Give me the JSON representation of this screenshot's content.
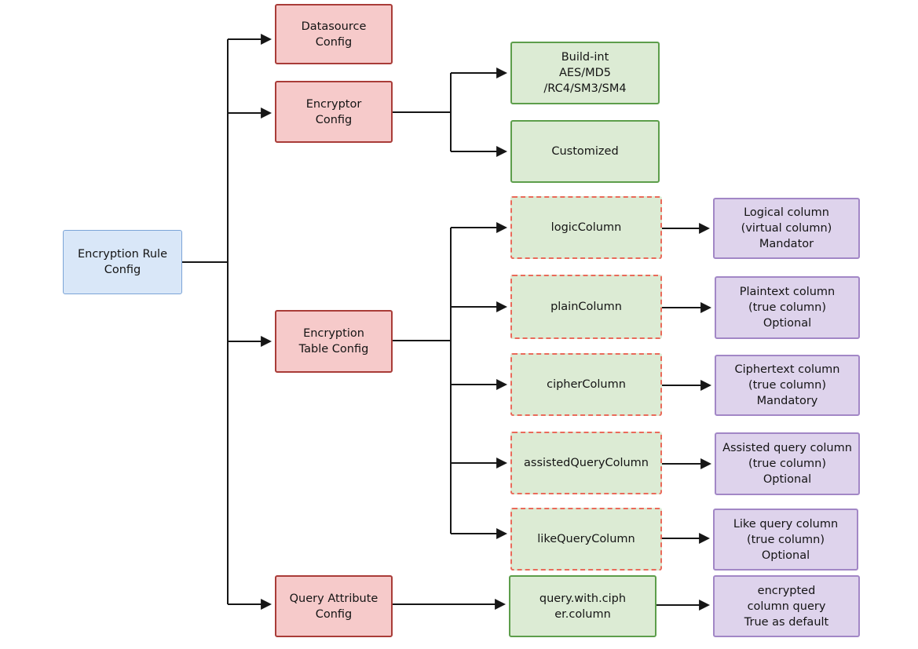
{
  "diagram_title": "Encryption Rule Config",
  "colors": {
    "blue_fill": "#d9e7f8",
    "blue_border": "#7ba4d7",
    "red_fill": "#f6caca",
    "red_border": "#a93c38",
    "green_fill": "#dcebd4",
    "green_border": "#5d9e4b",
    "dashed_red": "#ea6a5a",
    "purple_fill": "#ded3ec",
    "purple_border": "#a287c6",
    "line": "#161616"
  },
  "nodes": {
    "root": {
      "label": "Encryption Rule\nConfig"
    },
    "datasource": {
      "label": "Datasource\nConfig"
    },
    "encryptor": {
      "label": "Encryptor\nConfig"
    },
    "table": {
      "label": "Encryption\nTable Config"
    },
    "query_attr": {
      "label": "Query Attribute\nConfig"
    },
    "builtin": {
      "label": "Build-int\nAES/MD5\n/RC4/SM3/SM4"
    },
    "customized": {
      "label": "Customized"
    },
    "logic": {
      "label": "logicColumn"
    },
    "plain": {
      "label": "plainColumn"
    },
    "cipher": {
      "label": "cipherColumn"
    },
    "assisted": {
      "label": "assistedQueryColumn"
    },
    "like": {
      "label": "likeQueryColumn"
    },
    "query_with": {
      "label": "query.with.ciph\ner.column"
    },
    "logical_col": {
      "label": "Logical column\n(virtual column)\nMandator"
    },
    "plaintext_col": {
      "label": "Plaintext column\n(true column)\nOptional"
    },
    "ciphertext_col": {
      "label": "Ciphertext column\n(true column)\nMandatory"
    },
    "assisted_col": {
      "label": "Assisted query column\n(true column)\nOptional"
    },
    "like_col": {
      "label": "Like query column\n(true column)\nOptional"
    },
    "encrypted_query": {
      "label": "encrypted\ncolumn query\nTrue as default"
    }
  },
  "connections": [
    {
      "from": "Encryption Rule Config",
      "to": "Datasource Config"
    },
    {
      "from": "Encryption Rule Config",
      "to": "Encryptor Config"
    },
    {
      "from": "Encryption Rule Config",
      "to": "Encryption Table Config"
    },
    {
      "from": "Encryption Rule Config",
      "to": "Query Attribute Config"
    },
    {
      "from": "Encryptor Config",
      "to": "Build-int AES/MD5 /RC4/SM3/SM4"
    },
    {
      "from": "Encryptor Config",
      "to": "Customized"
    },
    {
      "from": "Encryption Table Config",
      "to": "logicColumn"
    },
    {
      "from": "Encryption Table Config",
      "to": "plainColumn"
    },
    {
      "from": "Encryption Table Config",
      "to": "cipherColumn"
    },
    {
      "from": "Encryption Table Config",
      "to": "assistedQueryColumn"
    },
    {
      "from": "Encryption Table Config",
      "to": "likeQueryColumn"
    },
    {
      "from": "logicColumn",
      "to": "Logical column (virtual column) Mandator"
    },
    {
      "from": "plainColumn",
      "to": "Plaintext column (true column) Optional"
    },
    {
      "from": "cipherColumn",
      "to": "Ciphertext column (true column) Mandatory"
    },
    {
      "from": "assistedQueryColumn",
      "to": "Assisted query column (true column) Optional"
    },
    {
      "from": "likeQueryColumn",
      "to": "Like query column (true column) Optional"
    },
    {
      "from": "Query Attribute Config",
      "to": "query.with.cipher.column"
    },
    {
      "from": "query.with.cipher.column",
      "to": "encrypted column query True as default"
    }
  ]
}
